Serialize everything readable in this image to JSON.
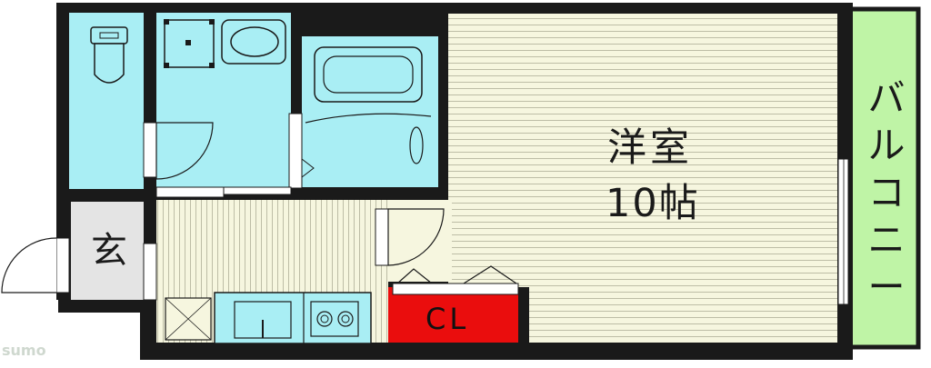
{
  "rooms": {
    "western_room": {
      "name": "洋室",
      "size": "10帖"
    },
    "entrance": {
      "name": "玄"
    },
    "closet": {
      "name": "CL"
    },
    "balcony": {
      "name": "バルコニー"
    }
  },
  "colors": {
    "wall": "#1a1a1a",
    "wet_area": "#a9eef4",
    "floor": "#f6f6df",
    "floor_line": "#bdbda6",
    "entrance_tile": "#e4e4e4",
    "closet": "#ea0d0d",
    "balcony": "#bff4a6"
  },
  "watermark": {
    "text": "sumo"
  }
}
